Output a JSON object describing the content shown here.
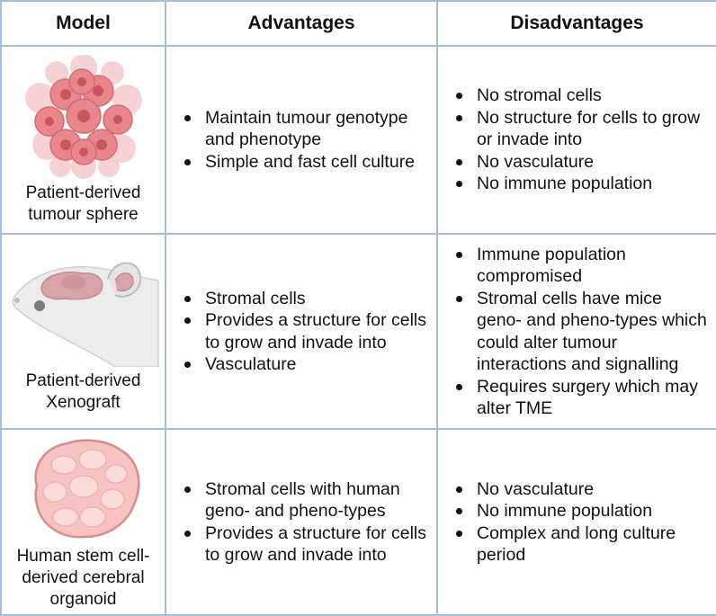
{
  "headers": {
    "model": "Model",
    "advantages": "Advantages",
    "disadvantages": "Disadvantages"
  },
  "rows": [
    {
      "model_name": "Patient-derived\ntumour sphere",
      "illustration_icon": "tumour-sphere-icon",
      "advantages": [
        "Maintain tumour genotype and phenotype",
        "Simple and fast cell culture"
      ],
      "disadvantages": [
        "No stromal cells",
        "No structure for cells to grow or invade into",
        "No vasculature",
        "No immune population"
      ]
    },
    {
      "model_name": "Patient-derived\nXenograft",
      "illustration_icon": "mouse-xenograft-icon",
      "advantages": [
        "Stromal cells",
        "Provides a structure for cells to grow and invade into",
        "Vasculature"
      ],
      "disadvantages": [
        "Immune population compromised",
        "Stromal cells have mice geno- and pheno-types which could alter tumour interactions and signalling",
        "Requires surgery which may alter TME"
      ]
    },
    {
      "model_name": "Human stem cell-\nderived cerebral\norganoid",
      "illustration_icon": "cerebral-organoid-icon",
      "advantages": [
        "Stromal cells with human geno- and pheno-types",
        "Provides a structure for cells to grow and invade into"
      ],
      "disadvantages": [
        "No vasculature",
        "No immune population",
        "Complex and long culture period"
      ]
    }
  ],
  "colors": {
    "grid_border": "#a8bcdc",
    "sphere_cell": "#e8868b",
    "brain_pink": "#d9a3ab",
    "organoid_fill": "#f6c3c0"
  }
}
